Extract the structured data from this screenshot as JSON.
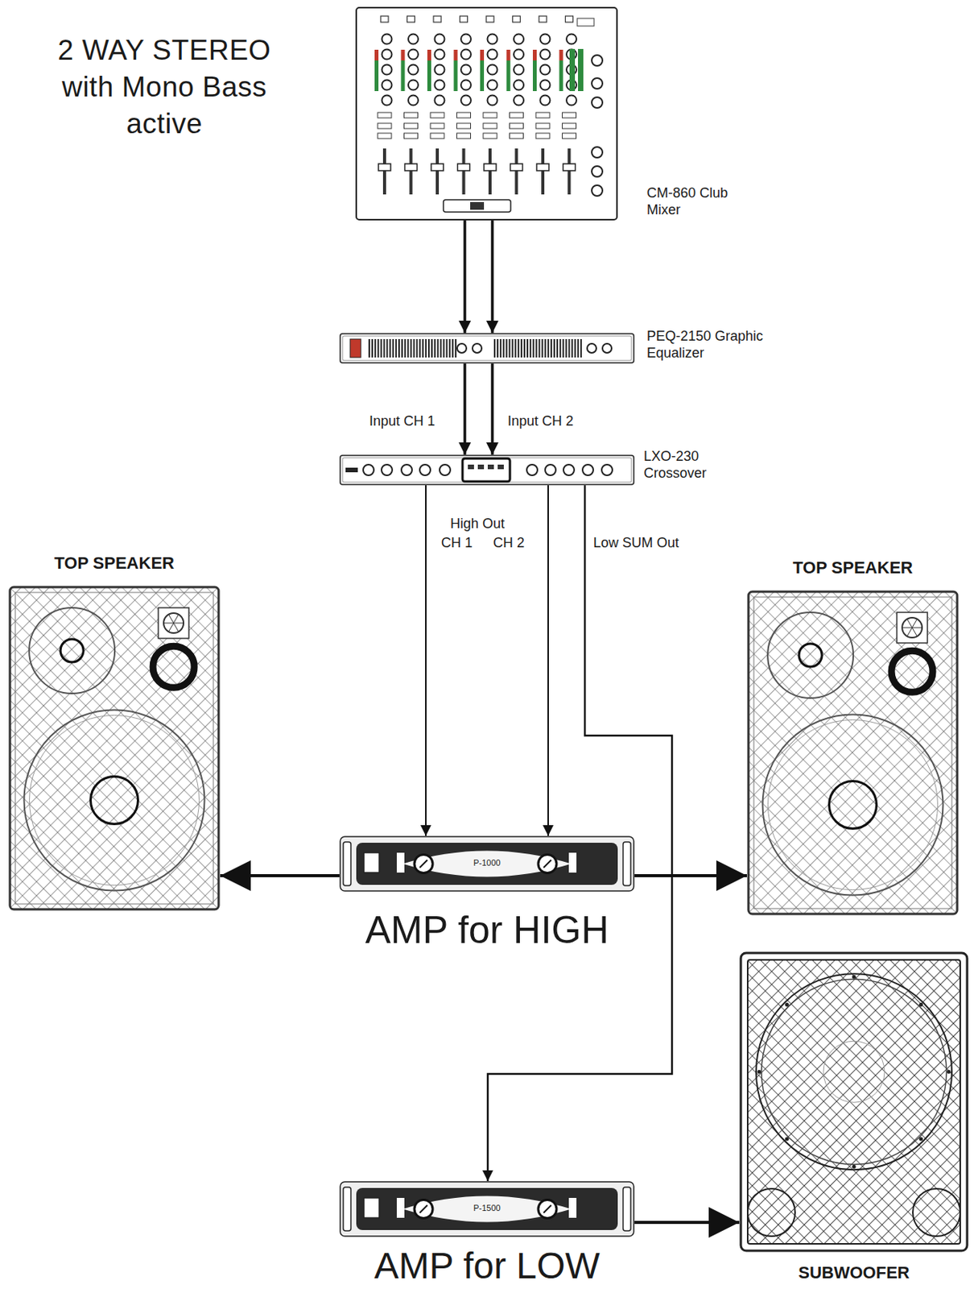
{
  "diagram": {
    "title": "2 WAY STEREO with Mono Bass active",
    "nodes": [
      {
        "text": [
          "CM-860 Club Mixer"
        ]
      },
      {
        "text": [
          "PEQ-2150 Graphic Equalizer"
        ]
      },
      {
        "text": [
          "LXO-230 Crossover"
        ]
      },
      {
        "text": [
          "TOP SPEAKER"
        ]
      },
      {
        "text": [
          "TOP SPEAKER"
        ]
      },
      {
        "text": [
          "AMP for HIGH"
        ]
      },
      {
        "text": [
          "SUBWOOFER"
        ]
      },
      {
        "text": [
          "AMP for LOW"
        ]
      }
    ],
    "edges": [
      {
        "from": 0,
        "to": 1,
        "arrow": "to"
      },
      {
        "from": 0,
        "to": 1,
        "arrow": "to"
      },
      {
        "from": 1,
        "to": 2,
        "label": "Input CH 1",
        "arrow": "to"
      },
      {
        "from": 1,
        "to": 2,
        "label": "Input CH 2",
        "arrow": "to"
      },
      {
        "from": 2,
        "to": 5,
        "label": "CH 1",
        "arrow": "to"
      },
      {
        "from": 2,
        "to": 5,
        "label": "CH 2",
        "arrow": "to"
      },
      {
        "from": 2,
        "to": 7,
        "label": "Low SUM Out",
        "arrow": "to"
      },
      {
        "from": 5,
        "to": 3,
        "arrow": "to"
      },
      {
        "from": 5,
        "to": 4,
        "arrow": "to"
      },
      {
        "from": 7,
        "to": 6,
        "arrow": "to"
      }
    ],
    "labels": [
      "High Out",
      "P-1000",
      "P-1500"
    ]
  }
}
